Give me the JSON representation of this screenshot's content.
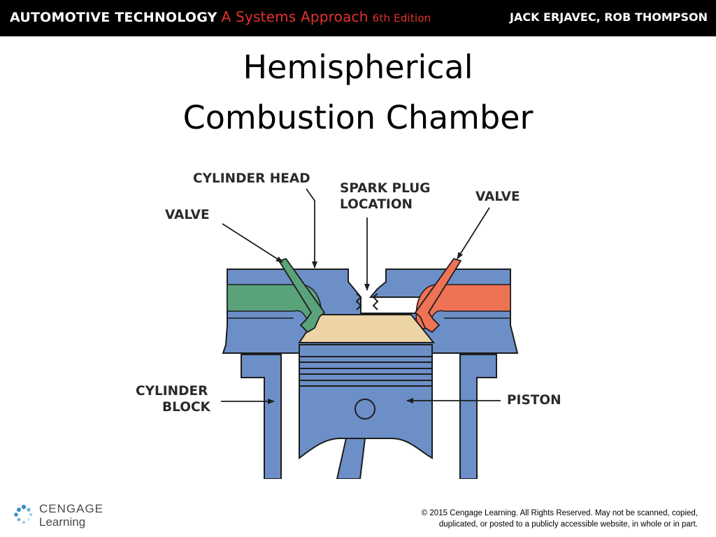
{
  "header": {
    "book_title": "AUTOMOTIVE TECHNOLOGY",
    "subtitle": "A Systems Approach",
    "edition": "6th Edition",
    "authors": "JACK ERJAVEC, ROB THOMPSON"
  },
  "slide": {
    "title_line1": "Hemispherical",
    "title_line2": "Combustion Chamber"
  },
  "diagram": {
    "labels": {
      "cylinder_head": "CYLINDER HEAD",
      "spark_plug_line1": "SPARK PLUG",
      "spark_plug_line2": "LOCATION",
      "valve_left": "VALVE",
      "valve_right": "VALVE",
      "cylinder_block_line1": "CYLINDER",
      "cylinder_block_line2": "BLOCK",
      "piston": "PISTON"
    },
    "colors": {
      "block_blue": "#6c8fc8",
      "intake_green": "#5aa37a",
      "exhaust_orange": "#ee7355",
      "piston_top_tan": "#ecd4a6",
      "outline": "#1d1d1d"
    }
  },
  "footer": {
    "logo_line1": "CENGAGE",
    "logo_line2": "Learning",
    "copyright_line1": "© 2015 Cengage Learning. All Rights Reserved. May not be scanned, copied,",
    "copyright_line2": "duplicated, or posted to a publicly accessible website, in whole or in part."
  }
}
